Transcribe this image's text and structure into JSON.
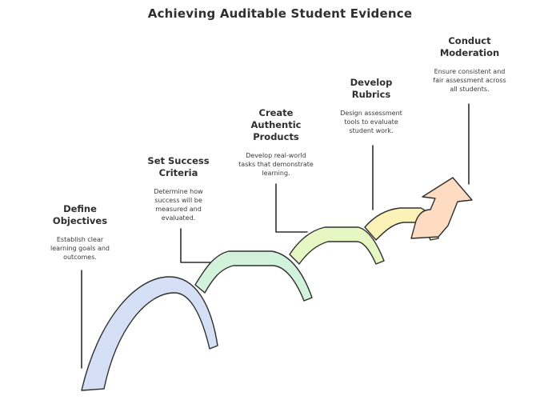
{
  "title": "Achieving Auditable Student Evidence",
  "steps": [
    {
      "title_lines": [
        "Define",
        "Objectives"
      ],
      "desc_lines": [
        "Establish clear",
        "learning goals and",
        "outcomes."
      ],
      "fill": "#d5e0f6"
    },
    {
      "title_lines": [
        "Set Success",
        "Criteria"
      ],
      "desc_lines": [
        "Determine how",
        "success will be",
        "measured and",
        "evaluated."
      ],
      "fill": "#d2f2dc"
    },
    {
      "title_lines": [
        "Create",
        "Authentic",
        "Products"
      ],
      "desc_lines": [
        "Develop real-world",
        "tasks that demonstrate",
        "learning."
      ],
      "fill": "#e6f7c4"
    },
    {
      "title_lines": [
        "Develop",
        "Rubrics"
      ],
      "desc_lines": [
        "Design assessment",
        "tools to evaluate",
        "student work."
      ],
      "fill": "#fbf2b8"
    },
    {
      "title_lines": [
        "Conduct",
        "Moderation"
      ],
      "desc_lines": [
        "Ensure consistent and",
        "fair assessment across",
        "all students."
      ],
      "fill": "#fddcc2"
    }
  ],
  "colors": {
    "stroke": "#2f2f2f",
    "text": "#2f2f2f",
    "background": "#ffffff"
  }
}
